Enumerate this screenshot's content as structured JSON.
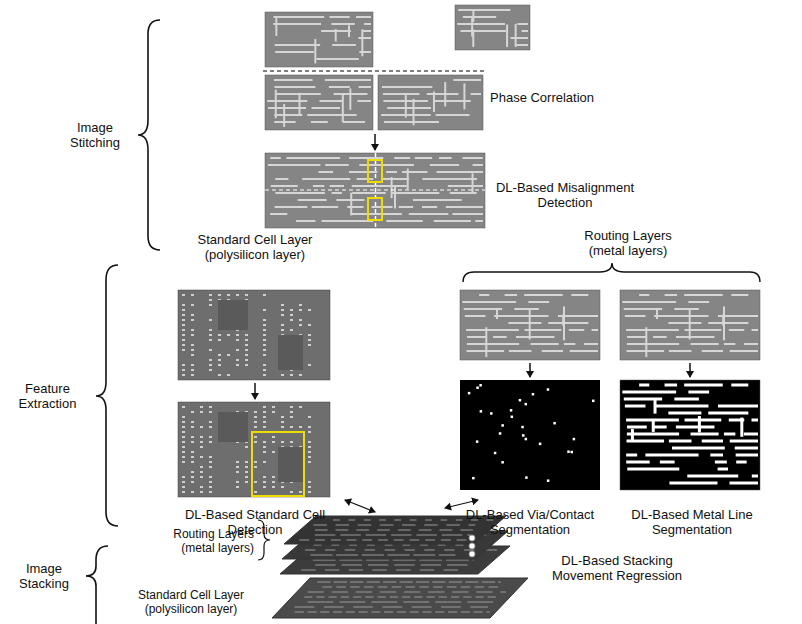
{
  "diagram": {
    "labels": [
      "Image Stitching",
      "Phase Correlation",
      "DL-Based Misalignment Detection",
      "Standard Cell Layer (polysilicon layer)",
      "Routing Layers (metal layers)",
      "Feature Extraction",
      "DL-Based Standard Cell Detection",
      "DL-Based Via/Contact Segmentation",
      "DL-Based Metal Line Segmentation",
      "Image Stacking",
      "Routing Layers (metal layers)",
      "Standard Cell Layer (polysilicon layer)",
      "DL-Based Stacking Movement Regression"
    ]
  }
}
